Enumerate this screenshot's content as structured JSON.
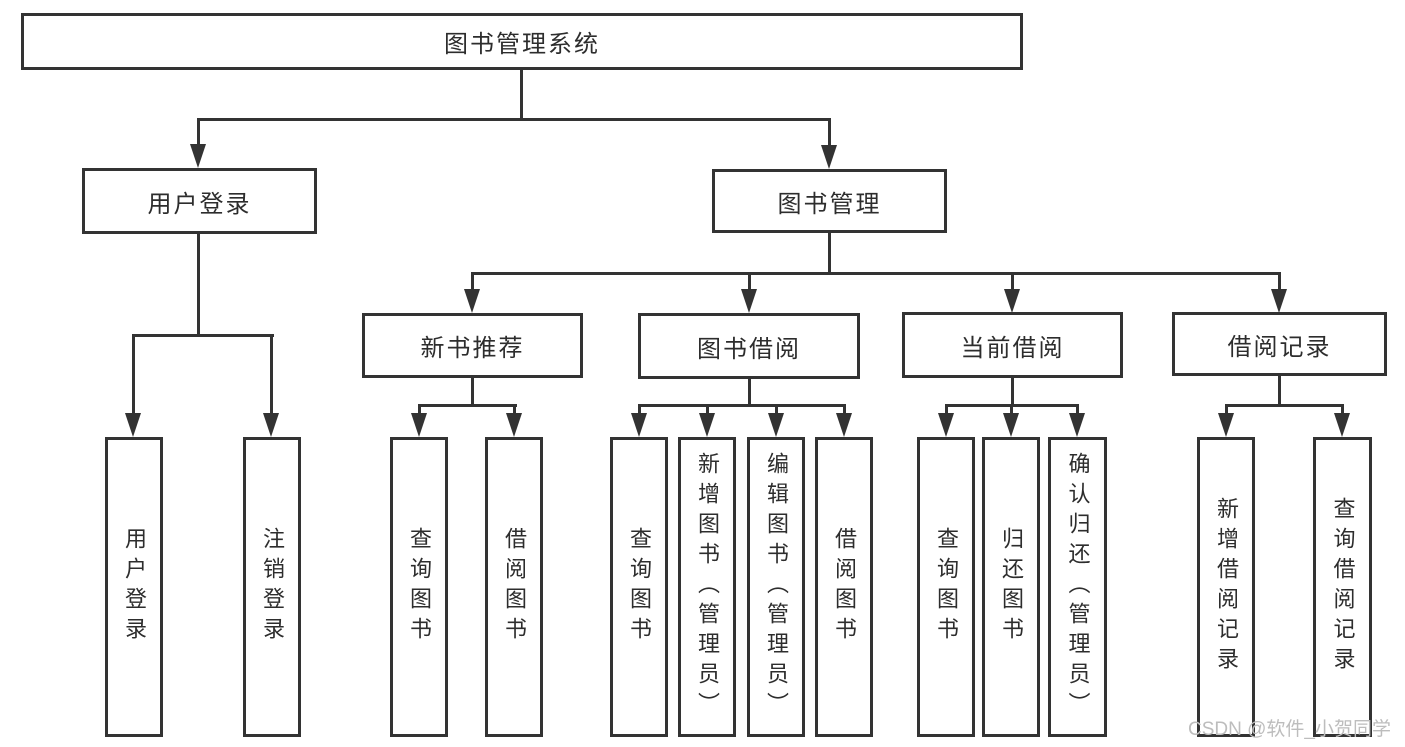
{
  "diagram_type": "hierarchy-tree",
  "colors": {
    "line": "#333333",
    "node_border": "#333333",
    "node_text": "#2d2d2d",
    "background": "#ffffff",
    "watermark": "#bdbdbd"
  },
  "watermark": "CSDN @软件_小贺同学",
  "tree": {
    "label": "图书管理系统",
    "children": [
      {
        "label": "用户登录",
        "children": [
          {
            "label": "用户登录"
          },
          {
            "label": "注销登录"
          }
        ]
      },
      {
        "label": "图书管理",
        "children": [
          {
            "label": "新书推荐",
            "children": [
              {
                "label": "查询图书"
              },
              {
                "label": "借阅图书"
              }
            ]
          },
          {
            "label": "图书借阅",
            "children": [
              {
                "label": "查询图书"
              },
              {
                "label": "新增图书（管理员）"
              },
              {
                "label": "编辑图书（管理员）"
              },
              {
                "label": "借阅图书"
              }
            ]
          },
          {
            "label": "当前借阅",
            "children": [
              {
                "label": "查询图书"
              },
              {
                "label": "归还图书"
              },
              {
                "label": "确认归还（管理员）"
              }
            ]
          },
          {
            "label": "借阅记录",
            "children": [
              {
                "label": "新增借阅记录"
              },
              {
                "label": "查询借阅记录"
              }
            ]
          }
        ]
      }
    ]
  }
}
